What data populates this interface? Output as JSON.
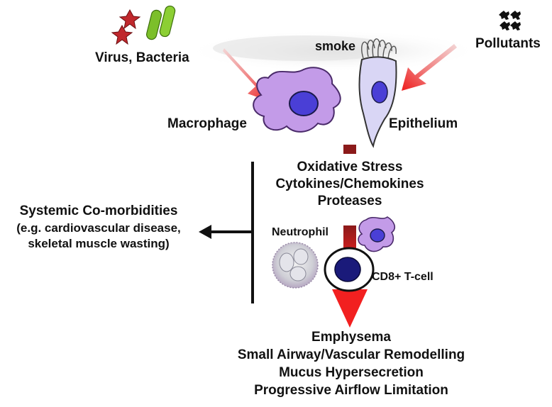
{
  "sources": {
    "virus_bacteria": "Virus, Bacteria",
    "smoke": "smoke",
    "pollutants": "Pollutants"
  },
  "cells": {
    "macrophage": "Macrophage",
    "epithelium": "Epithelium",
    "neutrophil": "Neutrophil",
    "cd8_tcell": "CD8+ T-cell"
  },
  "mediators": {
    "line1": "Oxidative Stress",
    "line2": "Cytokines/Chemokines",
    "line3": "Proteases"
  },
  "systemic": {
    "line1": "Systemic Co-morbidities",
    "line2": "(e.g. cardiovascular disease,",
    "line3": "skeletal muscle wasting)"
  },
  "outcomes": {
    "line1": "Emphysema",
    "line2": "Small Airway/Vascular Remodelling",
    "line3": "Mucus Hypersecretion",
    "line4": "Progressive Airflow Limitation"
  },
  "colors": {
    "arrow_red": "#ee2222",
    "arrow_dark": "#8b1a1a",
    "macrophage": "#c39be8",
    "nucleus": "#4a3fd6",
    "epithelium": "#d9d6f5",
    "smoke": "#e3e3e3",
    "bacteria_green": "#7cbf2a",
    "virus_red": "#c0282d"
  }
}
